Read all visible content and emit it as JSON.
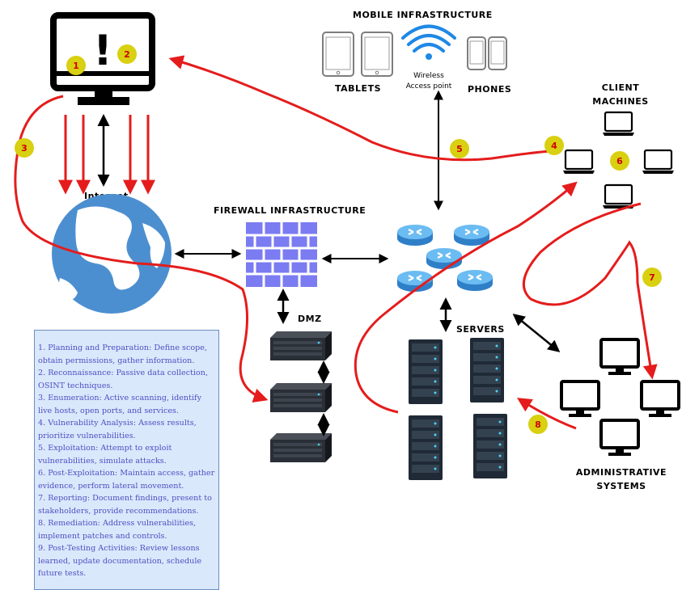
{
  "labels": {
    "mobile_infrastructure": "MOBILE INFRASTRUCTURE",
    "tablets": "TABLETS",
    "phones": "PHONES",
    "wireless_line1": "Wireless",
    "wireless_line2": "Access point",
    "client_machines_line1": "CLIENT",
    "client_machines_line2": "MACHINES",
    "internet": "Internet",
    "firewall_infrastructure": "FIREWALL INFRASTRUCTURE",
    "dmz": "DMZ",
    "servers": "SERVERS",
    "administrative_line1": "ADMINISTRATIVE",
    "administrative_line2": "SYSTEMS",
    "monitor_alert": "!"
  },
  "badges": [
    "1",
    "2",
    "3",
    "4",
    "5",
    "6",
    "7",
    "8"
  ],
  "steps": [
    "1. Planning and Preparation: Define scope, obtain permissions, gather information.",
    "2. Reconnaissance: Passive data collection, OSINT techniques.",
    "3. Enumeration: Active scanning, identify live hosts, open ports, and services.",
    "4. Vulnerability Analysis: Assess results, prioritize vulnerabilities.",
    "5. Exploitation: Attempt to exploit vulnerabilities, simulate attacks.",
    "6. Post-Exploitation: Maintain access, gather evidence, perform lateral movement.",
    "7. Reporting: Document findings, present to stakeholders, provide recommendations.",
    "8. Remediation: Address vulnerabilities, implement patches and controls.",
    "9. Post-Testing Activities: Review lessons learned, update documentation, schedule future tests."
  ],
  "colors": {
    "attack_path": "#e51c1c",
    "badge_fill": "#d8d010",
    "badge_text": "#d00000",
    "globe": "#4c8fd0",
    "firewall": "#7b7bf2",
    "router": "#4aa3e8",
    "steps_fill": "#dae8fc",
    "steps_text": "#4f4fbf"
  }
}
